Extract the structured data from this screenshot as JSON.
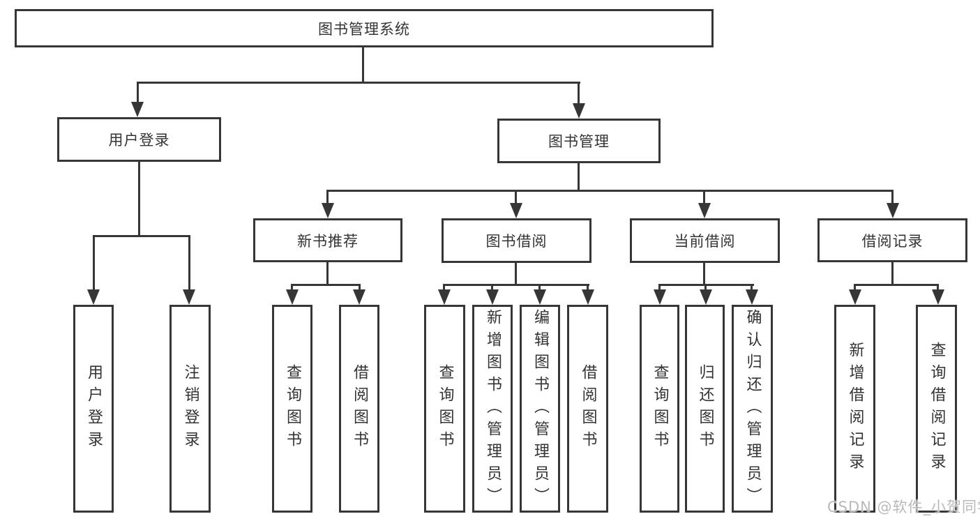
{
  "diagram_type": "function-structure-tree",
  "tree": {
    "root": "图书管理系统",
    "children": [
      {
        "label": "用户登录",
        "children": [
          {
            "label": "用户登录"
          },
          {
            "label": "注销登录"
          }
        ]
      },
      {
        "label": "图书管理",
        "children": [
          {
            "label": "新书推荐",
            "children": [
              {
                "label": "查询图书"
              },
              {
                "label": "借阅图书"
              }
            ]
          },
          {
            "label": "图书借阅",
            "children": [
              {
                "label": "查询图书"
              },
              {
                "label": "新增图书（管理员）"
              },
              {
                "label": "编辑图书（管理员）"
              },
              {
                "label": "借阅图书"
              }
            ]
          },
          {
            "label": "当前借阅",
            "children": [
              {
                "label": "查询图书"
              },
              {
                "label": "归还图书"
              },
              {
                "label": "确认归还（管理员）"
              }
            ]
          },
          {
            "label": "借阅记录",
            "children": [
              {
                "label": "新增借阅记录"
              },
              {
                "label": "查询借阅记录"
              }
            ]
          }
        ]
      }
    ]
  },
  "watermark": "CSDN @软件_小贺同学",
  "colors": {
    "line": "#363636",
    "text": "#333333",
    "background": "#ffffff",
    "watermark": "#b9b9b9"
  }
}
